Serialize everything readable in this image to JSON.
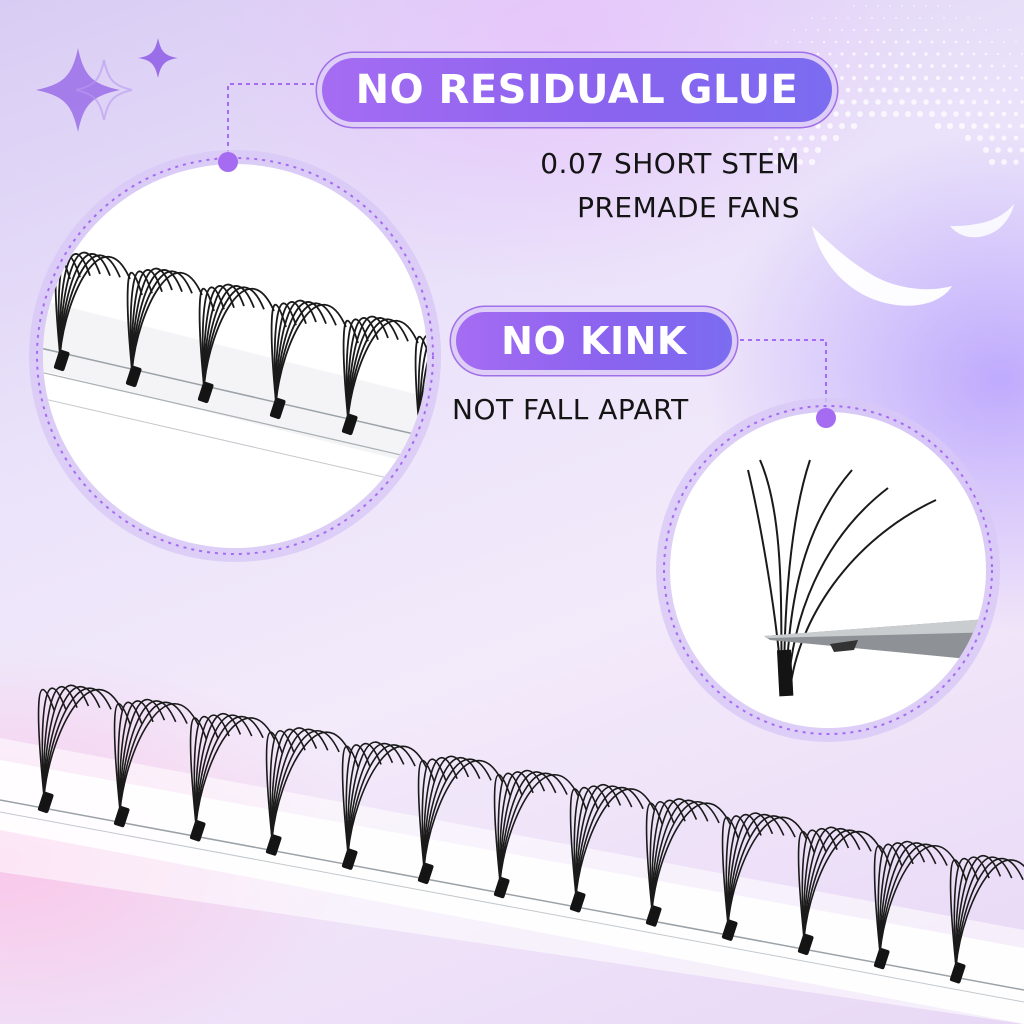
{
  "badges": {
    "residual_glue": "NO RESIDUAL GLUE",
    "kink": "NO KINK"
  },
  "captions": {
    "stem_line1": "0.07 SHORT STEM",
    "stem_line2": "PREMADE FANS",
    "fall_apart": "NOT FALL APART"
  },
  "icons": [
    "sparkle-icon",
    "feather-icon",
    "tweezer-icon"
  ],
  "colors": {
    "badge_purple": "#8a63ef",
    "dot_purple": "#a56cf2",
    "lash_black": "#141414",
    "circle_ring": "#c9b3f2"
  }
}
